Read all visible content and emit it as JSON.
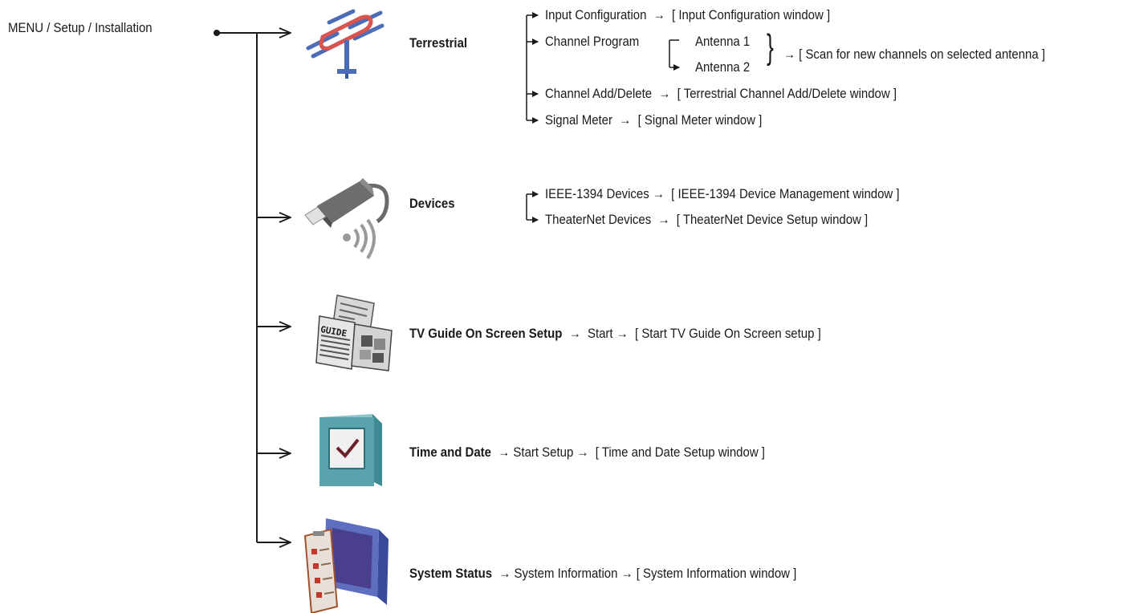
{
  "root": "MENU / Setup / Installation",
  "terrestrial": {
    "title": "Terrestrial",
    "input_config": "Input Configuration",
    "input_config_target": "[ Input Configuration window ]",
    "channel_program": "Channel Program",
    "antenna1": "Antenna 1",
    "antenna2": "Antenna 2",
    "scan_target": "[ Scan for new channels on selected antenna ]",
    "channel_add": "Channel Add/Delete",
    "channel_add_target": "[ Terrestrial Channel Add/Delete window ]",
    "signal_meter": "Signal Meter",
    "signal_meter_target": "[ Signal Meter window ]"
  },
  "devices": {
    "title": "Devices",
    "ieee": "IEEE-1394 Devices",
    "ieee_target": "[ IEEE-1394 Device Management window ]",
    "theaternet": "TheaterNet Devices",
    "theaternet_target": "[ TheaterNet Device Setup window ]"
  },
  "tvguide": {
    "title": "TV Guide On Screen Setup",
    "start": "Start",
    "target": "[ Start TV Guide On Screen setup ]",
    "icon_text": "GUIDE"
  },
  "timedate": {
    "title": "Time and Date",
    "start": "Start Setup",
    "target": "[ Time and Date Setup window ]"
  },
  "system": {
    "title": "System Status",
    "info": "System Information",
    "target": "[ System Information window ]"
  },
  "arrow": "→",
  "colors": {
    "line": "#1a1a1a",
    "antenna_blue": "#4b6cb7",
    "antenna_red": "#d9534f",
    "monitor_teal": "#5aa3ad",
    "monitor_purple": "#4a3f8c"
  }
}
